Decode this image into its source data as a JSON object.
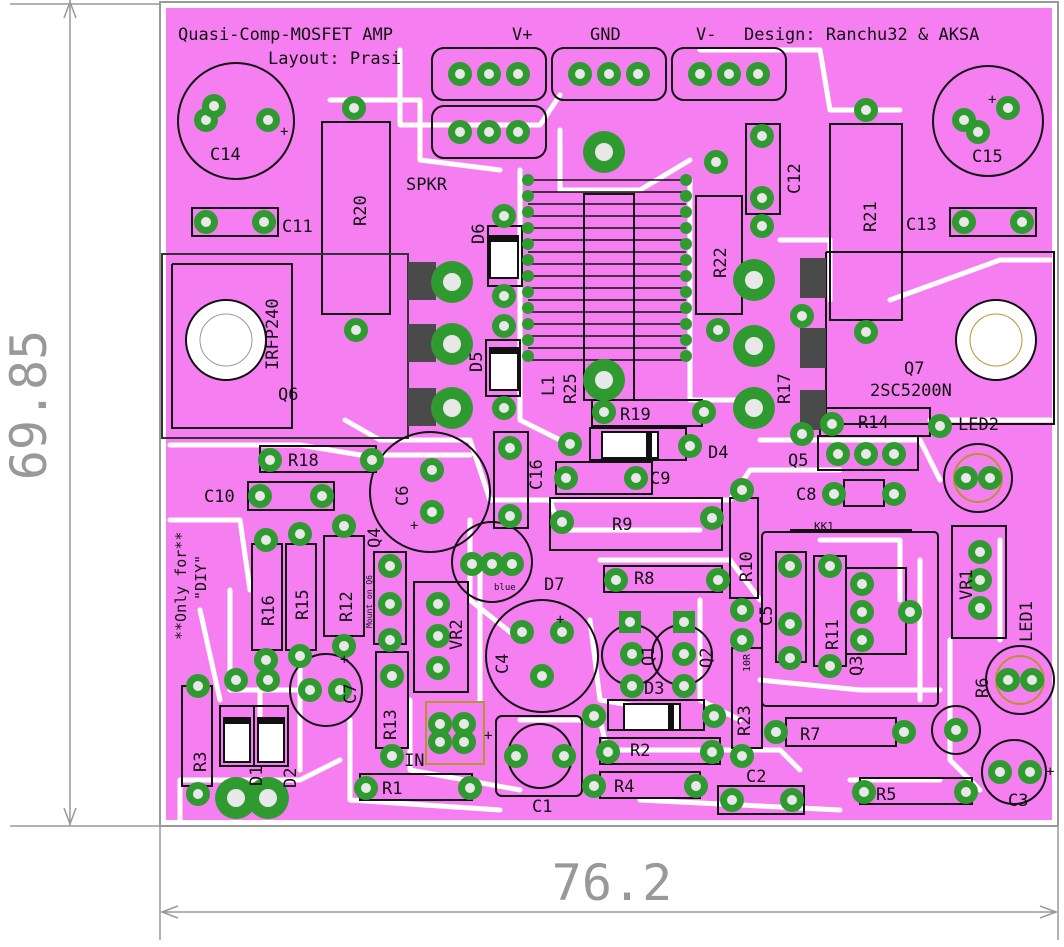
{
  "board": {
    "dim_height": "69.85",
    "dim_width": "76.2",
    "colors": {
      "board": "#ffffff",
      "copper": "#f57ff0",
      "pad": "#2f9a2f",
      "pad_hole": "#e8e8e8",
      "silk": "#111111",
      "dimension": "#999999",
      "led_gold": "#b59432"
    }
  },
  "title": {
    "line1": "Quasi-Comp-MOSFET AMP",
    "credits": "Design: Ranchu32 & AKSA",
    "layout": "Layout: Prasi",
    "diy1": "**Only for**",
    "diy2": "\"DIY\""
  },
  "connectors": {
    "vplus": "V+",
    "gnd": "GND",
    "vminus": "V-",
    "spkr": "SPKR",
    "in": "IN"
  },
  "labels": {
    "C14": "C14",
    "C15": "C15",
    "C11": "C11",
    "C13": "C13",
    "C12": "C12",
    "R20": "R20",
    "R21": "R21",
    "R22": "R22",
    "D6": "D6",
    "D5": "D5",
    "IRFP240": "IRFP240",
    "Q6": "Q6",
    "Q7": "Q7",
    "SC5200N": "2SC5200N",
    "L1": "L1",
    "R25": "R25",
    "R17": "R17",
    "R19": "R19",
    "D4": "D4",
    "R14": "R14",
    "LED2": "LED2",
    "Q5": "Q5",
    "R18": "R18",
    "C6": "C6",
    "C16": "C16",
    "C9": "C9",
    "C8": "C8",
    "C10": "C10",
    "R9": "R9",
    "R10": "R10",
    "KK1": "KK1",
    "Q4": "Q4",
    "mount": "Mount on Q6",
    "blue": "blue",
    "D7": "D7",
    "R16": "R16",
    "R15": "R15",
    "R12": "R12",
    "VR2": "VR2",
    "R8": "R8",
    "C5": "C5",
    "R11": "R11",
    "Q3": "Q3",
    "VR1": "VR1",
    "LED1": "LED1",
    "C4": "C4",
    "Q1": "Q1",
    "Q2": "Q2",
    "r10r": "10R",
    "C7": "C7",
    "R13": "R13",
    "D3": "D3",
    "R23": "R23",
    "R7": "R7",
    "R6": "R6",
    "R3": "R3",
    "D1": "D1",
    "D2": "D2",
    "R2": "R2",
    "R1": "R1",
    "C1": "C1",
    "R4": "R4",
    "C2": "C2",
    "R5": "R5",
    "C3": "C3"
  }
}
